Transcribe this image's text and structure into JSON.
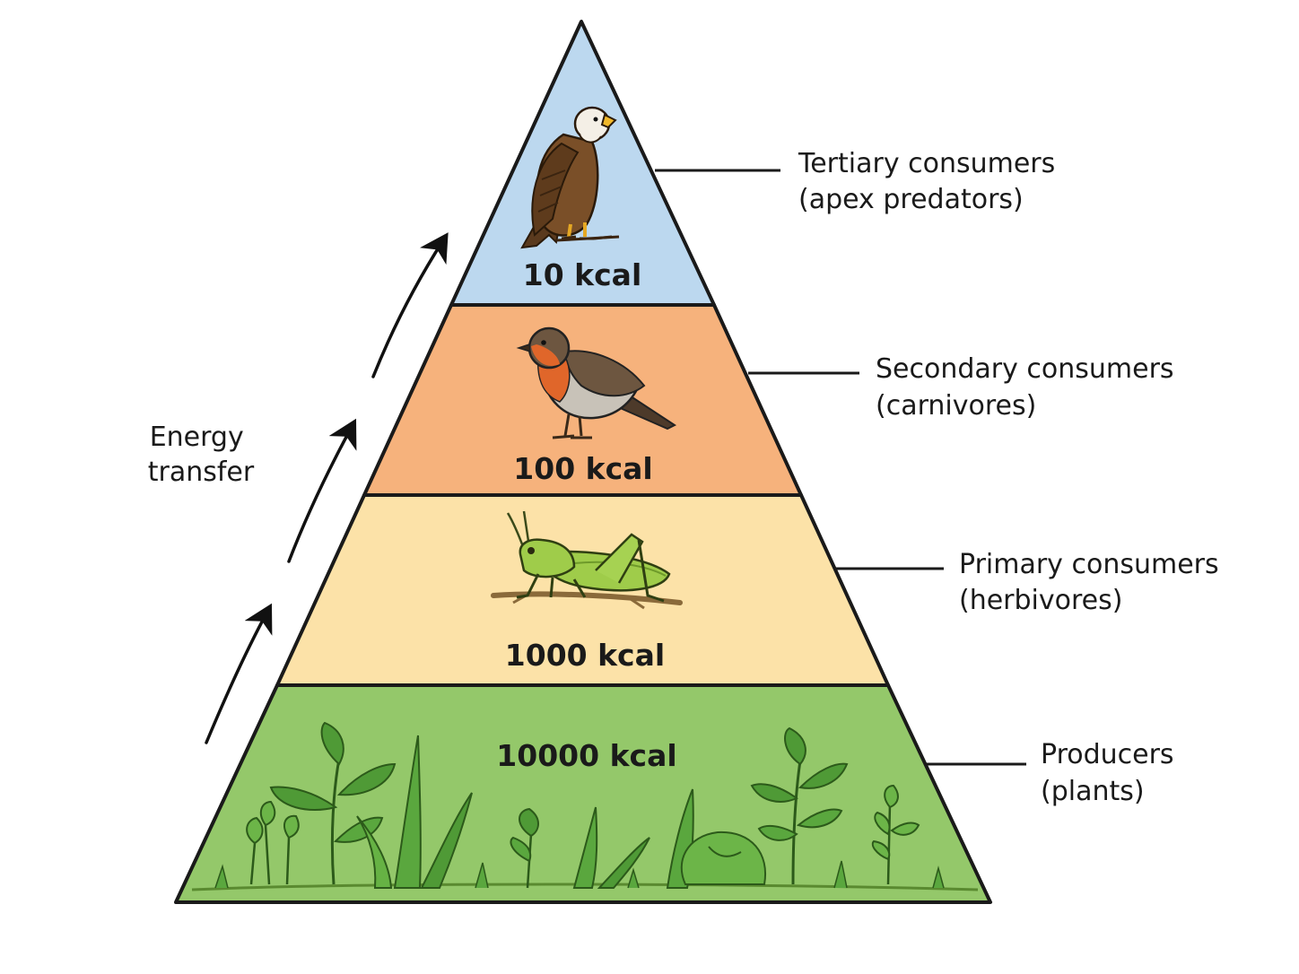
{
  "colors": {
    "tertiary": "#bcd8ef",
    "secondary": "#f6b27c",
    "primary": "#fce2a8",
    "producers": "#94c86a",
    "outline": "#1a1a1a"
  },
  "energy_label": [
    "Energy",
    "transfer"
  ],
  "levels": [
    {
      "id": "tertiary",
      "energy": "10 kcal",
      "label_line1": "Tertiary consumers",
      "label_line2": "(apex predators)",
      "icon": "eagle-icon"
    },
    {
      "id": "secondary",
      "energy": "100 kcal",
      "label_line1": "Secondary consumers",
      "label_line2": "(carnivores)",
      "icon": "robin-icon"
    },
    {
      "id": "primary",
      "energy": "1000 kcal",
      "label_line1": "Primary consumers",
      "label_line2": "(herbivores)",
      "icon": "grasshopper-icon"
    },
    {
      "id": "producers",
      "energy": "10000 kcal",
      "label_line1": "Producers",
      "label_line2": "(plants)",
      "icon": "plants-icon"
    }
  ]
}
